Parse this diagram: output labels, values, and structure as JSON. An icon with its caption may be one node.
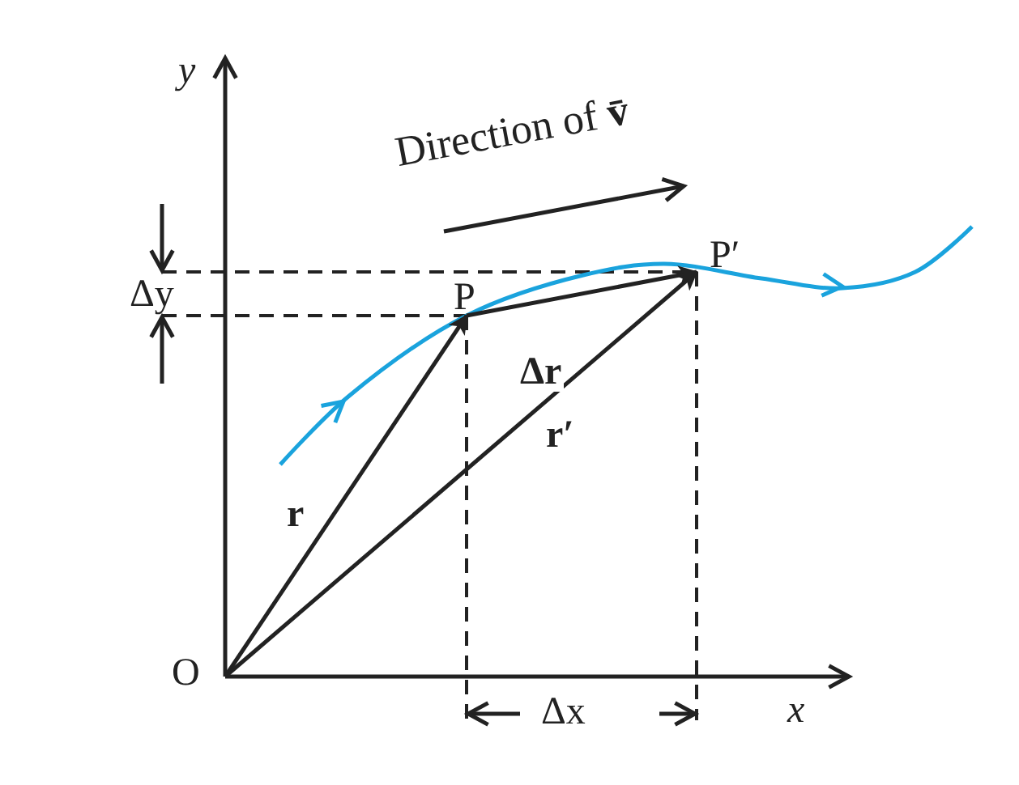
{
  "diagram": {
    "nodes": [
      {
        "text": [
          "O"
        ]
      },
      {
        "text": [
          "P"
        ]
      },
      {
        "text": [
          "P′"
        ]
      }
    ],
    "edges": [
      {
        "from": 0,
        "to": 1,
        "arrow": "to",
        "label": "r"
      },
      {
        "from": 0,
        "to": 2,
        "arrow": "to",
        "label": "r′"
      },
      {
        "from": 1,
        "to": 2,
        "arrow": "to",
        "label": "Δr"
      }
    ],
    "labels": [
      "y",
      "Direction of **v̄**",
      "Δy",
      "x",
      "Δx"
    ]
  }
}
